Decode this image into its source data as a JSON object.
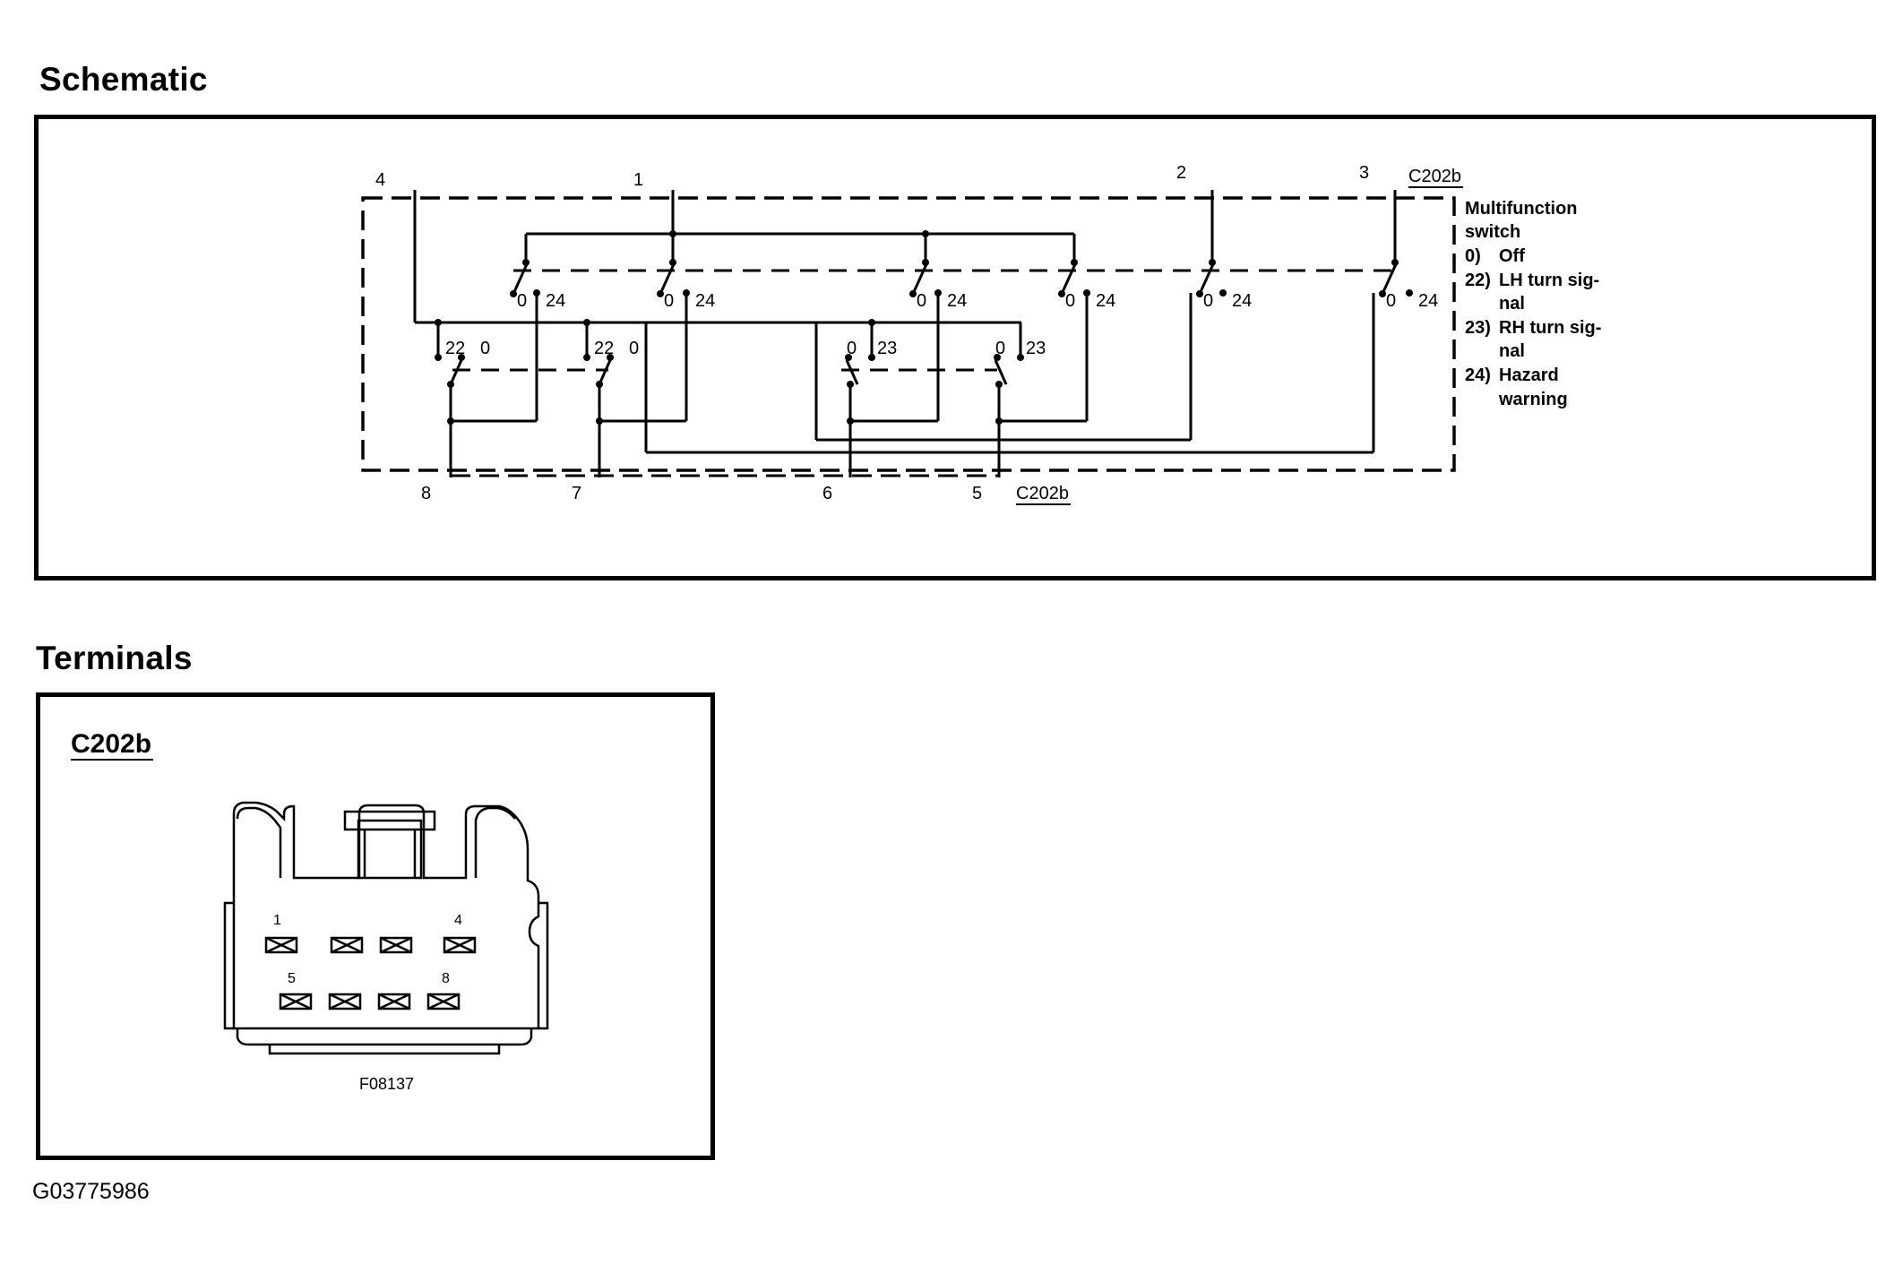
{
  "headings": {
    "schematic": "Schematic",
    "terminals": "Terminals"
  },
  "schematic": {
    "connector_top": "C202b",
    "connector_bottom": "C202b",
    "top_pins": [
      "4",
      "1",
      "2",
      "3"
    ],
    "bottom_pins": [
      "8",
      "7",
      "6",
      "5"
    ],
    "contact_labels": {
      "off": "0",
      "lh": "22",
      "rh": "23",
      "hazard": "24"
    },
    "legend": {
      "title_line1": "Multifunction",
      "title_line2": "switch",
      "items": [
        {
          "code": "0)",
          "text_line1": "Off",
          "text_line2": ""
        },
        {
          "code": "22)",
          "text_line1": "LH turn sig-",
          "text_line2": "nal"
        },
        {
          "code": "23)",
          "text_line1": "RH turn sig-",
          "text_line2": "nal"
        },
        {
          "code": "24)",
          "text_line1": "Hazard",
          "text_line2": "warning"
        }
      ]
    }
  },
  "terminals": {
    "connector_label": "C202b",
    "pin_numbers": [
      "1",
      "4",
      "5",
      "8"
    ],
    "figure_id": "F08137"
  },
  "footer_id": "G03775986"
}
